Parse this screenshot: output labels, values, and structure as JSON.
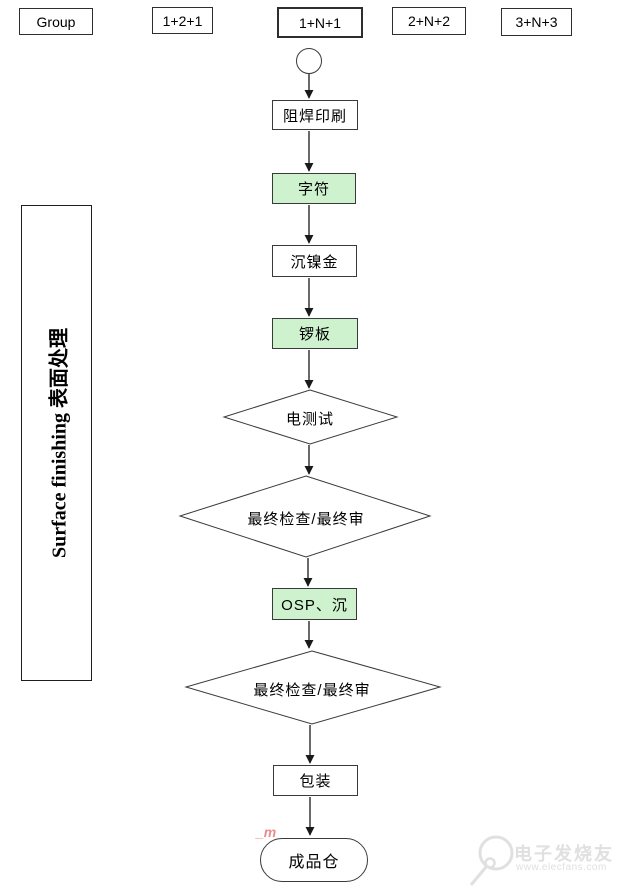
{
  "top_row": [
    {
      "label": "Group"
    },
    {
      "label": "1+2+1"
    },
    {
      "label": "1+N+1"
    },
    {
      "label": "2+N+2"
    },
    {
      "label": "3+N+3"
    }
  ],
  "side_panel": {
    "label": "Surface finishing 表面处理"
  },
  "flow": {
    "steps": [
      {
        "label": "阻焊印刷",
        "type": "process"
      },
      {
        "label": "字符",
        "type": "process-highlight"
      },
      {
        "label": "沉镍金",
        "type": "process"
      },
      {
        "label": "锣板",
        "type": "process-highlight"
      },
      {
        "label": "电测试",
        "type": "decision"
      },
      {
        "label": "最终检查/最终审",
        "type": "decision"
      },
      {
        "label": "OSP、沉",
        "type": "process-highlight"
      },
      {
        "label": "最终检查/最终审",
        "type": "decision"
      },
      {
        "label": "包装",
        "type": "process"
      },
      {
        "label": "成品仓",
        "type": "terminator"
      }
    ]
  },
  "watermark": {
    "brand": "电子发烧友",
    "url": "www.elecfans.com"
  },
  "artifact": {
    "text": "_m"
  },
  "colors": {
    "highlight_fill": "#cdf2cd",
    "box_border": "#3a3a3a",
    "line": "#1a1a1a",
    "watermark": "#e0e0e0",
    "artifact": "#ec8b8b"
  }
}
